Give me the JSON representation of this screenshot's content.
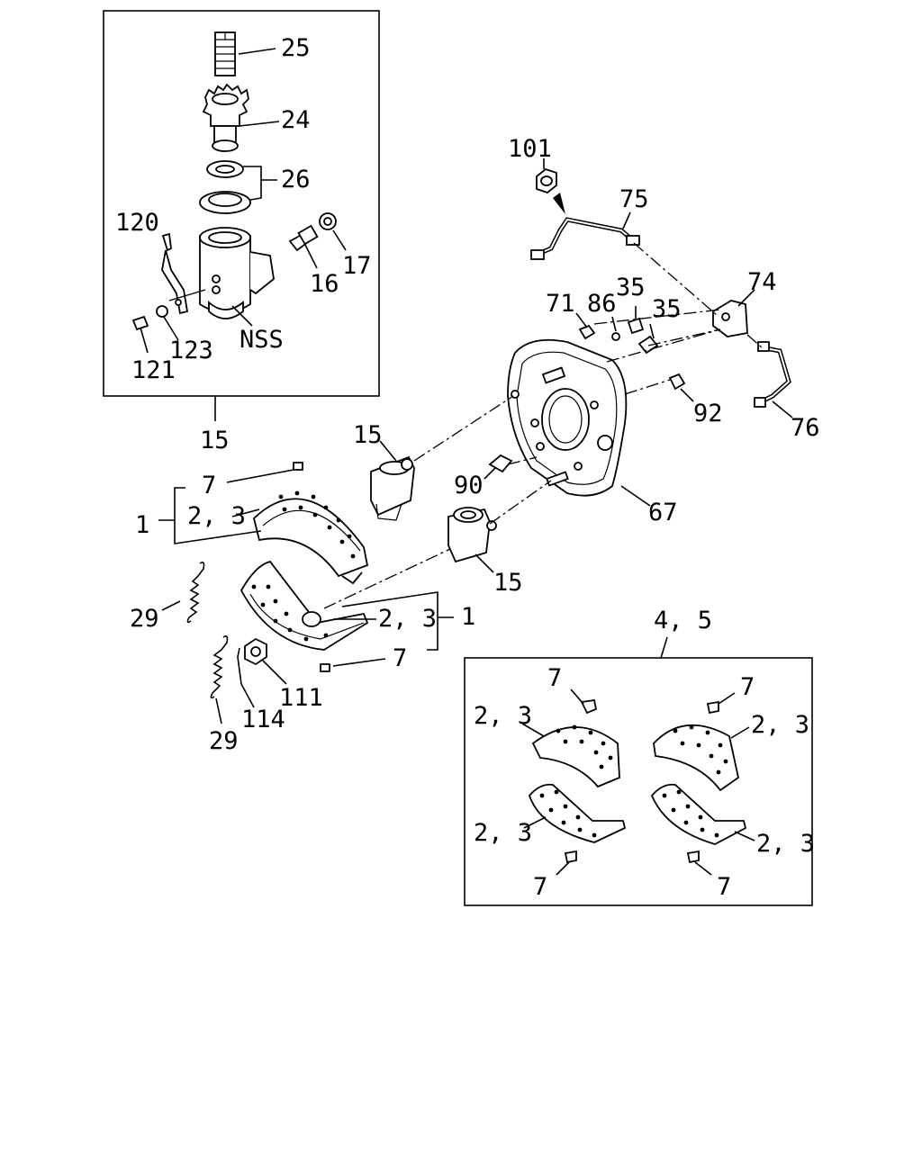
{
  "labels": {
    "inset_top": {
      "p25": "25",
      "p24": "24",
      "p26": "26",
      "p120": "120",
      "p17": "17",
      "p16": "16",
      "nss": "NSS",
      "p123": "123",
      "p121": "121"
    },
    "main": {
      "p15_assy": "15",
      "p101": "101",
      "p75": "75",
      "p74": "74",
      "p71": "71",
      "p86": "86",
      "p35a": "35",
      "p35b": "35",
      "p92": "92",
      "p76": "76",
      "p15_upper": "15",
      "p7_upper": "7",
      "p1_upper": "1",
      "p23_upper": "2, 3",
      "p90": "90",
      "p67": "67",
      "p15_lower": "15",
      "p29_upper": "29",
      "p23_lower": "2, 3",
      "p1_lower": "1",
      "p7_lower": "7",
      "p111": "111",
      "p114": "114",
      "p29_lower": "29",
      "p45": "4, 5"
    },
    "inset_bottom": {
      "p7_tl": "7",
      "p7_tr": "7",
      "p23_tl": "2, 3",
      "p23_tr": "2, 3",
      "p23_bl": "2, 3",
      "p23_br": "2, 3",
      "p7_bl": "7",
      "p7_br": "7"
    }
  }
}
